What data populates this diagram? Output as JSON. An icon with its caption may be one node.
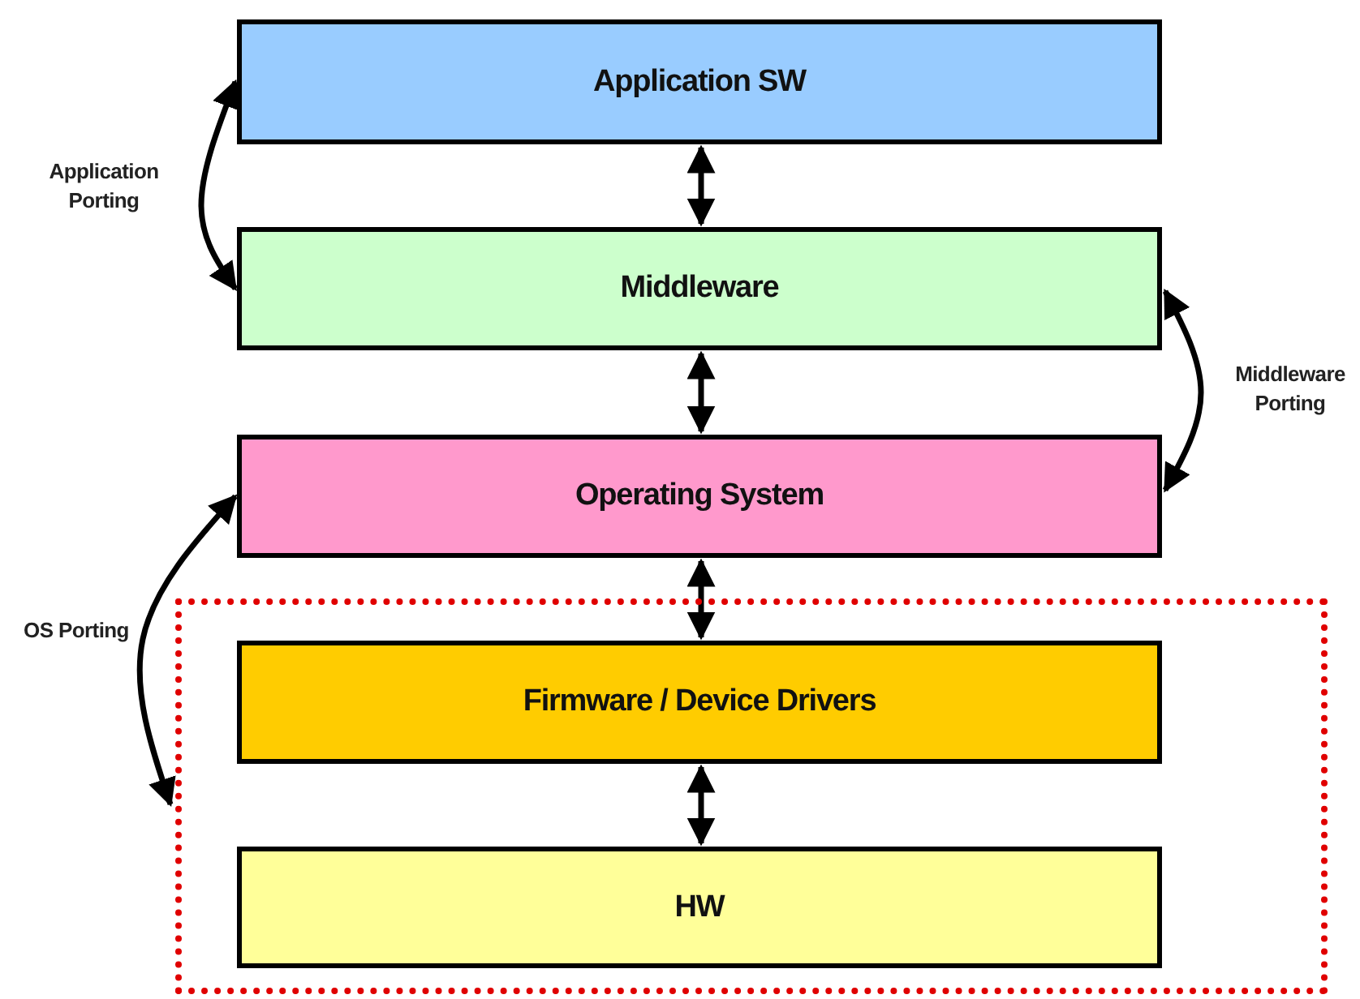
{
  "diagram": {
    "nodes": [
      {
        "text": [
          "Application SW"
        ]
      },
      {
        "text": [
          "Middleware"
        ]
      },
      {
        "text": [
          "Operating System"
        ]
      },
      {
        "text": [],
        "shape": "box"
      },
      {
        "text": [
          "Firmware / Device Drivers"
        ],
        "in": 3
      },
      {
        "text": [
          "HW"
        ],
        "in": 3
      }
    ],
    "edges": [
      {
        "from": 0,
        "to": 1,
        "arrow": "both"
      },
      {
        "from": 1,
        "to": 2,
        "arrow": "both"
      },
      {
        "from": 2,
        "to": 4,
        "arrow": "both"
      },
      {
        "from": 4,
        "to": 5,
        "arrow": "both"
      },
      {
        "from": 0,
        "to": 1,
        "arrow": "both",
        "label": "Application Porting"
      },
      {
        "from": 1,
        "to": 2,
        "arrow": "both",
        "label": "Middleware Porting"
      },
      {
        "from": 2,
        "to": 3,
        "arrow": "both",
        "label": "OS Porting"
      }
    ]
  }
}
